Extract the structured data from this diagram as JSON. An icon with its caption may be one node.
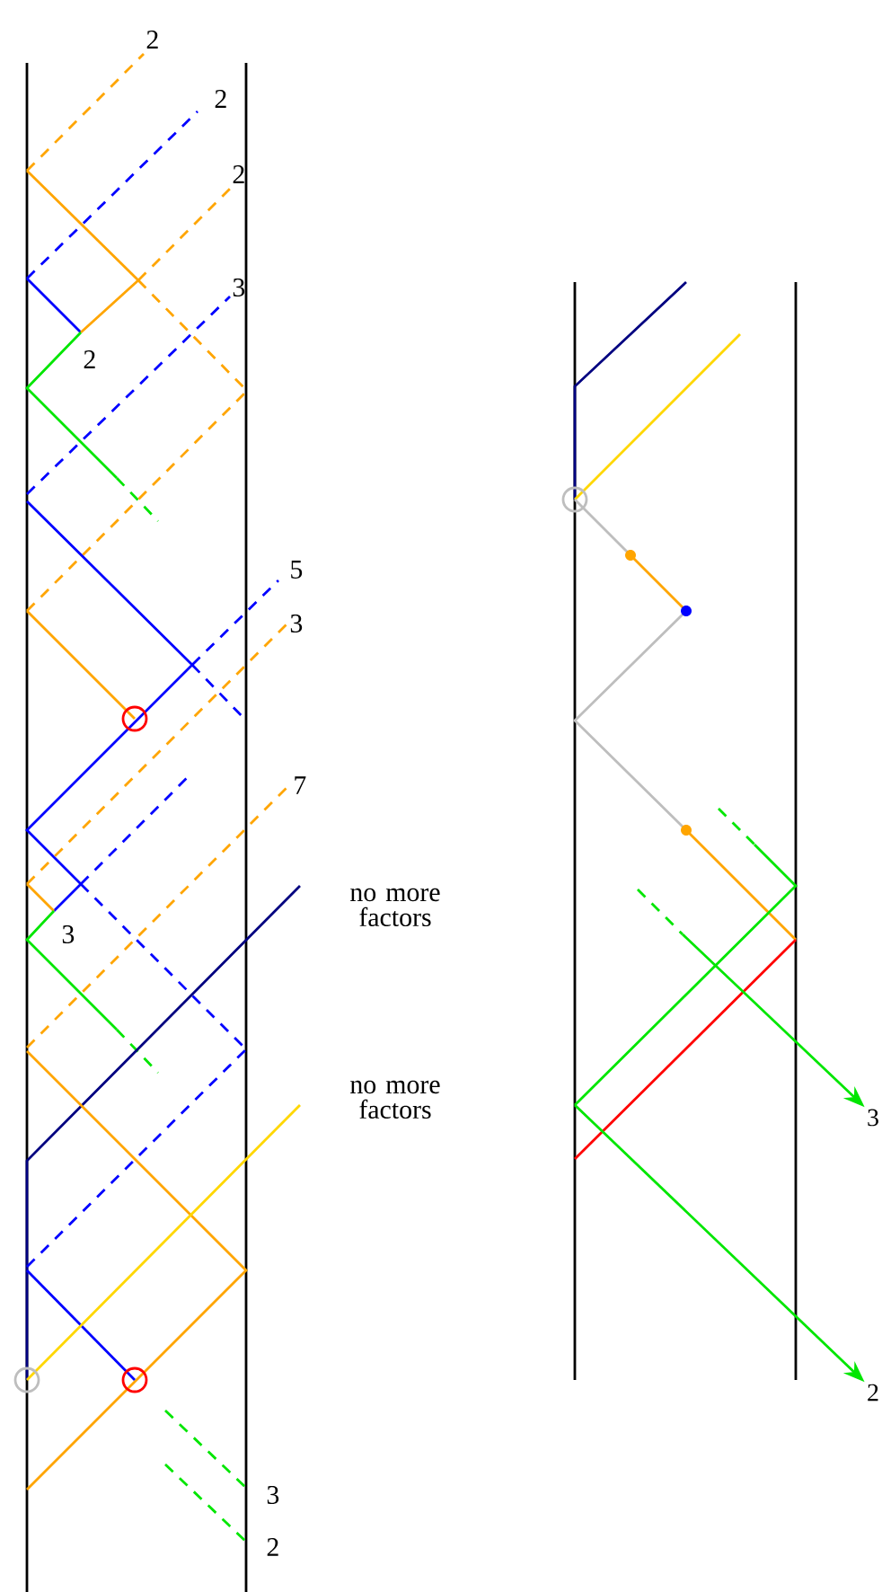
{
  "diagram": {
    "nodes": [
      {
        "text": [
          "3"
        ]
      },
      {
        "text": [
          "2"
        ]
      }
    ],
    "edges": [
      {
        "from": null,
        "to": 0,
        "arrow": "to"
      },
      {
        "from": null,
        "to": 1,
        "arrow": "to"
      }
    ],
    "labels": [
      "2",
      "2",
      "2",
      "3",
      "2",
      "5",
      "3",
      "7",
      "no more factors",
      "3",
      "no more factors",
      "3",
      "2"
    ]
  }
}
